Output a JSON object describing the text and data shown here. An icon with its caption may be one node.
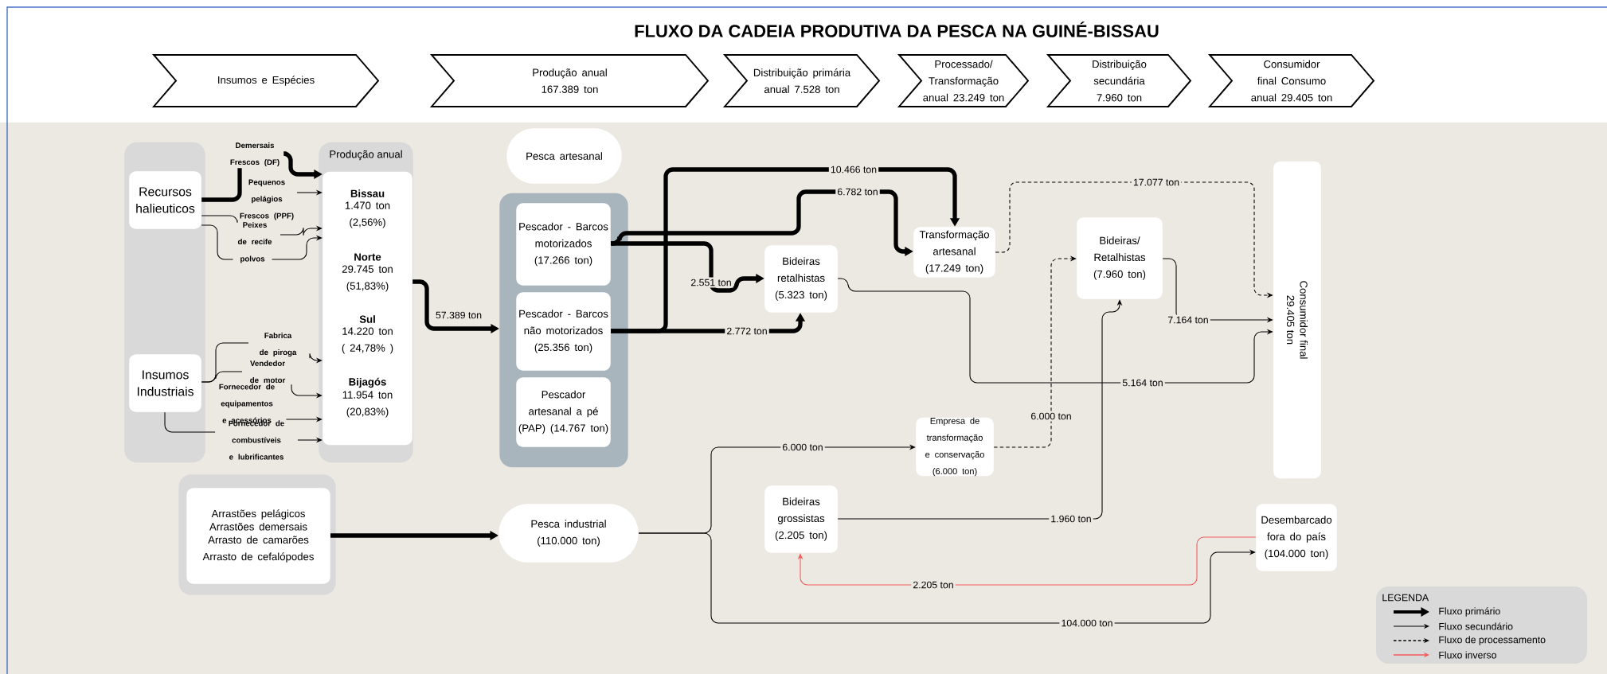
{
  "diagram": {
    "title": "FLUXO DA CADEIA PRODUTIVA DA PESCA NA GUINÉ-BISSAU",
    "nodes": [
      {
        "text": [
          "Insumos e Espécies"
        ]
      },
      {
        "text": [
          "Produção anual 167.389 ton"
        ]
      },
      {
        "text": [
          "Distribuição primária anual 7.528 ton"
        ]
      },
      {
        "text": [
          "Processado/ Transformação anual 23.249 ton"
        ]
      },
      {
        "text": [
          "Distribuição secundária 7.960 ton"
        ]
      },
      {
        "text": [
          "Consumidor final Consumo anual 29.405 ton"
        ]
      },
      {
        "text": [],
        "shape": "box"
      },
      {
        "text": [
          "Recursos halieuticos"
        ],
        "in": 6
      },
      {
        "text": [
          "Insumos Industriais"
        ],
        "in": 6
      },
      {
        "text": [
          "Demersais Frescos (DF)"
        ]
      },
      {
        "text": [
          "Pequenos pelágios Frescos (PPF)"
        ]
      },
      {
        "text": [
          "Peixes de recife"
        ]
      },
      {
        "text": [
          "polvos"
        ]
      },
      {
        "text": [
          "Fabrica de piroga"
        ]
      },
      {
        "text": [
          "Vendedor de motor"
        ]
      },
      {
        "text": [
          "Fornecedor de equipamentos e acessórios"
        ]
      },
      {
        "text": [
          "Fornecedor de combustíveis e lubrificantes"
        ]
      },
      {
        "text": [
          "Produção anual"
        ]
      },
      {
        "text": [
          "Bissau",
          "1.470 ton (2,56%)",
          "Norte",
          "29.745 ton (51,83%)",
          "Sul",
          "14.220 ton ( 24,78% )",
          "Bijagós",
          "11.954 ton (20,83%)"
        ],
        "in": 17
      },
      {
        "text": [
          "Pesca artesanal"
        ]
      },
      {
        "text": [],
        "shape": "box"
      },
      {
        "text": [
          "Pescador - Barcos motorizados (17.266 ton)"
        ],
        "in": 20
      },
      {
        "text": [
          "Pescador - Barcos não motorizados (25.356 ton)"
        ],
        "in": 20
      },
      {
        "text": [
          "Pescador artesanal a pé (PAP) (14.767 ton)"
        ],
        "in": 20
      },
      {
        "text": [],
        "shape": "box"
      },
      {
        "text": [
          "Arrastões pelágicos",
          "Arrastões demersais",
          "Arrasto de camarões",
          "Arrasto de cefalópodes"
        ],
        "in": 24
      },
      {
        "text": [
          "Pesca industrial (110.000 ton)"
        ]
      },
      {
        "text": [
          "Bideiras retalhistas (5.323 ton)"
        ]
      },
      {
        "text": [
          "Transformação artesanal (17.249 ton)"
        ]
      },
      {
        "text": [
          "Empresa de transformação e conservação (6.000 ton)"
        ]
      },
      {
        "text": [
          "Bideiras grossistas (2.205 ton)"
        ]
      },
      {
        "text": [
          "Bideiras/ Retalhistas (7.960 ton)"
        ]
      },
      {
        "text": [
          "Consumidor final 29.405 ton"
        ]
      },
      {
        "text": [
          "Desembarcado fora do país (104.000 ton)"
        ]
      }
    ],
    "edges": [
      {
        "from": 7,
        "to": 9,
        "arrow": "none",
        "style": "thick"
      },
      {
        "from": 9,
        "to": 18,
        "arrow": "to",
        "style": "thick"
      },
      {
        "from": 10,
        "to": 18,
        "arrow": "to"
      },
      {
        "from": 7,
        "to": 11,
        "arrow": "none"
      },
      {
        "from": 11,
        "to": 18,
        "arrow": "to"
      },
      {
        "from": 7,
        "to": 12,
        "arrow": "none"
      },
      {
        "from": 12,
        "to": 18,
        "arrow": "to"
      },
      {
        "from": 8,
        "to": 13,
        "arrow": "none"
      },
      {
        "from": 8,
        "to": 14,
        "arrow": "none"
      },
      {
        "from": 13,
        "to": 18,
        "arrow": "to"
      },
      {
        "from": 14,
        "to": 18,
        "arrow": "to"
      },
      {
        "from": 15,
        "to": 18,
        "arrow": "to"
      },
      {
        "from": 8,
        "to": 16,
        "arrow": "none"
      },
      {
        "from": 16,
        "to": 18,
        "arrow": "to"
      },
      {
        "from": 18,
        "to": 20,
        "arrow": "to",
        "style": "thick",
        "label": "57.389 ton"
      },
      {
        "from": 21,
        "to": 28,
        "arrow": "to",
        "style": "thick",
        "label": "6.782 ton"
      },
      {
        "from": 21,
        "to": 27,
        "arrow": "to",
        "style": "thick",
        "label": "2.551 ton"
      },
      {
        "from": 22,
        "to": 28,
        "arrow": "to",
        "style": "thick",
        "label": "10.466 ton"
      },
      {
        "from": 22,
        "to": 27,
        "arrow": "to",
        "style": "thick",
        "label": "2.772 ton"
      },
      {
        "from": 25,
        "to": 26,
        "arrow": "to",
        "style": "thick"
      },
      {
        "from": 28,
        "to": 32,
        "arrow": "to",
        "style": "dashed",
        "label": "17.077 ton"
      },
      {
        "from": 27,
        "to": 32,
        "arrow": "to",
        "label": "5.164 ton"
      },
      {
        "from": 31,
        "to": 32,
        "arrow": "to",
        "label": "7.164 ton"
      },
      {
        "from": 26,
        "to": 29,
        "arrow": "to",
        "label": "6.000 ton"
      },
      {
        "from": 26,
        "to": 33,
        "arrow": "to",
        "label": "104.000 ton"
      },
      {
        "from": 29,
        "to": 31,
        "arrow": "to",
        "style": "dashed",
        "label": "6.000 ton"
      },
      {
        "from": 30,
        "to": 31,
        "arrow": "to",
        "label": "1.960 ton"
      },
      {
        "from": 33,
        "to": 30,
        "arrow": "to",
        "color": "#f05a5a",
        "label": "2.205 ton"
      }
    ],
    "labels": [
      "LEGENDA"
    ],
    "legend": [
      {
        "text": "Fluxo primário"
      },
      {
        "text": "Fluxo secundário"
      },
      {
        "text": "Fluxo de processamento"
      },
      {
        "text": "Fluxo inverso"
      }
    ]
  }
}
